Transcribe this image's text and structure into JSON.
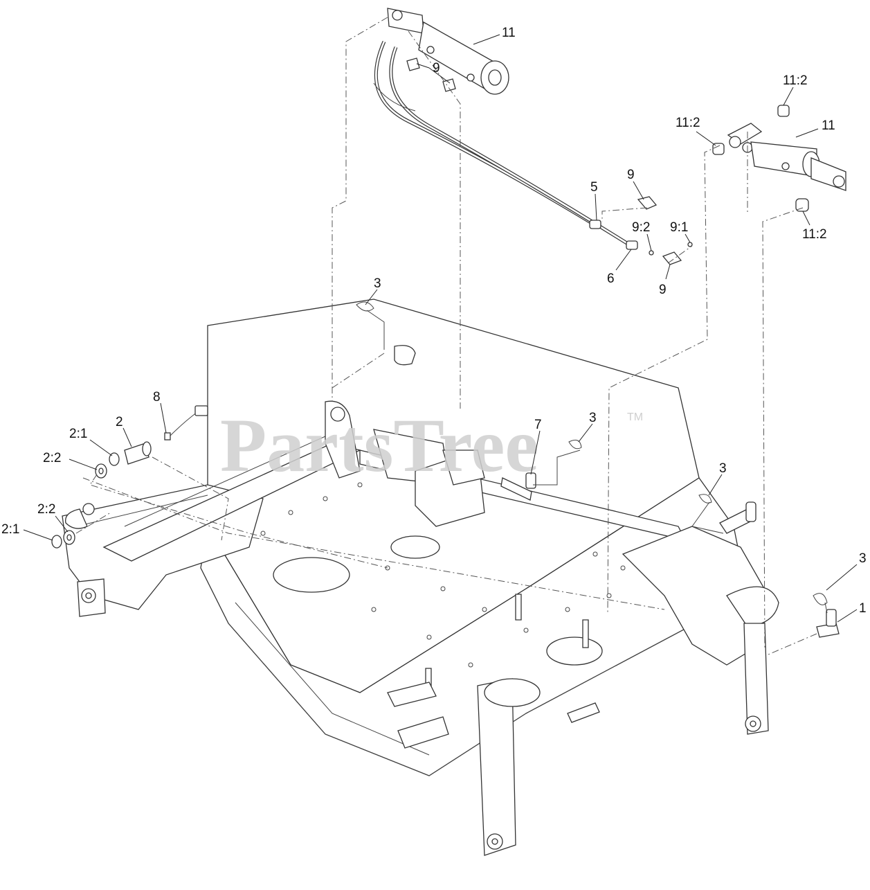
{
  "watermark": {
    "text": "PartsTree",
    "trademark": "TM"
  },
  "callouts": [
    "11",
    "9",
    "11:2",
    "11:2",
    "11",
    "9",
    "5",
    "9:2",
    "9:1",
    "11:2",
    "6",
    "9",
    "3",
    "8",
    "2",
    "2:1",
    "2:2",
    "7",
    "3",
    "3",
    "3",
    "1",
    "2:2",
    "2:1"
  ],
  "icons": {
    "diagram": "exploded-parts-diagram"
  },
  "colors": {
    "line": "#333333",
    "watermark": "#cfcfcf",
    "background": "#ffffff"
  }
}
